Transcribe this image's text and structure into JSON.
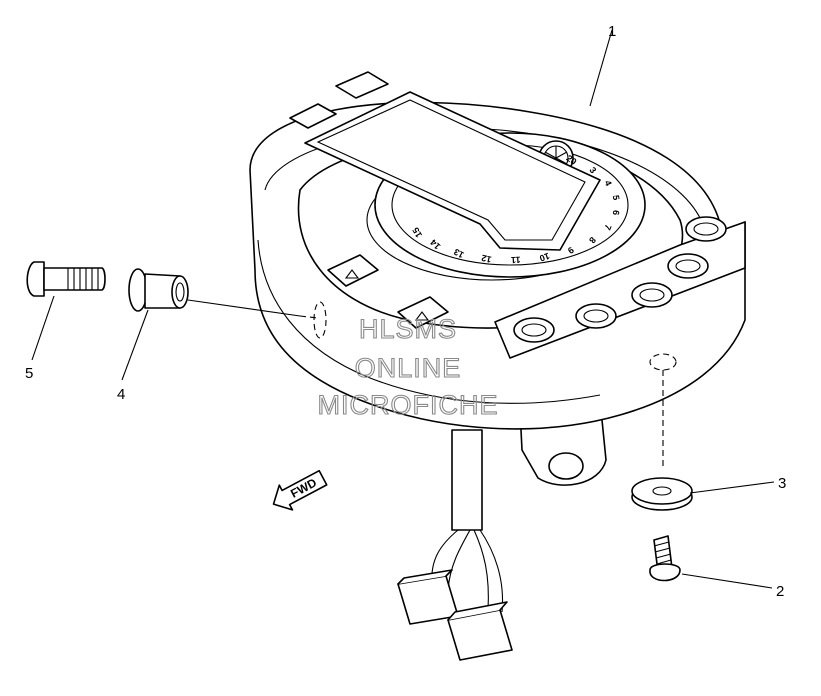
{
  "callouts": [
    {
      "id": "1",
      "label": "1"
    },
    {
      "id": "2",
      "label": "2"
    },
    {
      "id": "3",
      "label": "3"
    },
    {
      "id": "4",
      "label": "4"
    },
    {
      "id": "5",
      "label": "5"
    }
  ],
  "gauge_ticks": [
    "20",
    "3",
    "4",
    "5",
    "6",
    "7",
    "8",
    "9",
    "10",
    "11",
    "12",
    "13",
    "14",
    "15"
  ],
  "direction_arrow": "FWD",
  "watermark": {
    "line1": "HLSMS",
    "line2": "ONLINE",
    "line3": "MICROFICHE",
    "color": "#8a8a8a"
  },
  "logo": "tuning-fork-emblem"
}
